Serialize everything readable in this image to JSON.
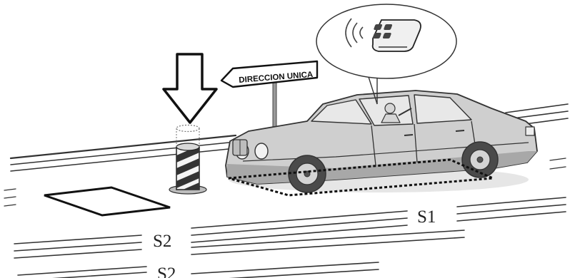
{
  "sign": {
    "text": "DIRECCION UNICA"
  },
  "zones": {
    "s1": "S1",
    "s2_top": "S2",
    "s2_bottom": "S2"
  },
  "colors": {
    "ink": "#222222",
    "car_body": "#c9c9c9",
    "car_shadow": "#9a9a9a",
    "bollard_stripe": "#333333"
  },
  "icons": {
    "arrow": "down-arrow-icon",
    "remote": "remote-control-icon",
    "signal": "wireless-signal-icon"
  }
}
